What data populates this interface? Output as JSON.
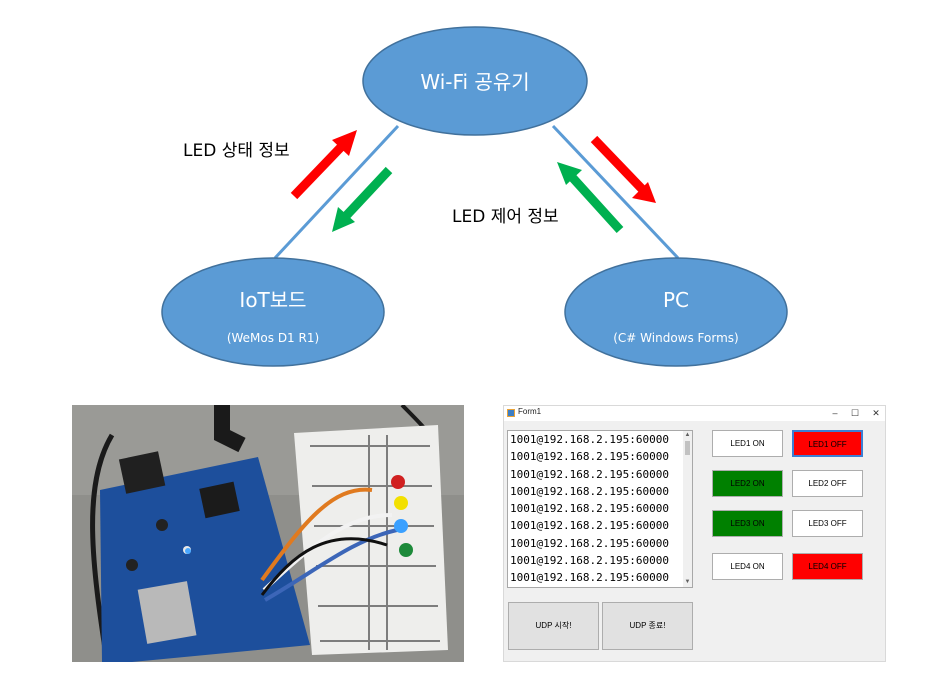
{
  "diagram": {
    "nodes": {
      "router": {
        "title": "Wi-Fi 공유기"
      },
      "iot": {
        "title": "IoT보드",
        "subtitle": "(WeMos D1 R1)"
      },
      "pc": {
        "title": "PC",
        "subtitle": "(C# Windows Forms)"
      }
    },
    "edge_labels": {
      "status": "LED 상태 정보",
      "control": "LED 제어 정보"
    },
    "colors": {
      "node_fill": "#5b9bd5",
      "node_stroke": "#41719c",
      "link": "#5b9bd5",
      "arrow_red": "#ff0000",
      "arrow_green": "#00b050"
    }
  },
  "form": {
    "title": "Form1",
    "window_buttons": {
      "minimize": "–",
      "maximize": "☐",
      "close": "✕"
    },
    "list_items": [
      "1001@192.168.2.195:60000",
      "1001@192.168.2.195:60000",
      "1001@192.168.2.195:60000",
      "1001@192.168.2.195:60000",
      "1001@192.168.2.195:60000",
      "1001@192.168.2.195:60000",
      "1001@192.168.2.195:60000",
      "1001@192.168.2.195:60000",
      "1001@192.168.2.195:60000"
    ],
    "udp_start": "UDP 시작!",
    "udp_stop": "UDP 종료!",
    "led_buttons": [
      {
        "on": "LED1 ON",
        "off": "LED1 OFF",
        "on_active": false,
        "off_active": true
      },
      {
        "on": "LED2 ON",
        "off": "LED2 OFF",
        "on_active": true,
        "off_active": false
      },
      {
        "on": "LED3 ON",
        "off": "LED3 OFF",
        "on_active": true,
        "off_active": false
      },
      {
        "on": "LED4 ON",
        "off": "LED4 OFF",
        "on_active": false,
        "off_active": true
      }
    ],
    "colors": {
      "on_active": "#008000",
      "off_active": "#ff0000"
    }
  }
}
